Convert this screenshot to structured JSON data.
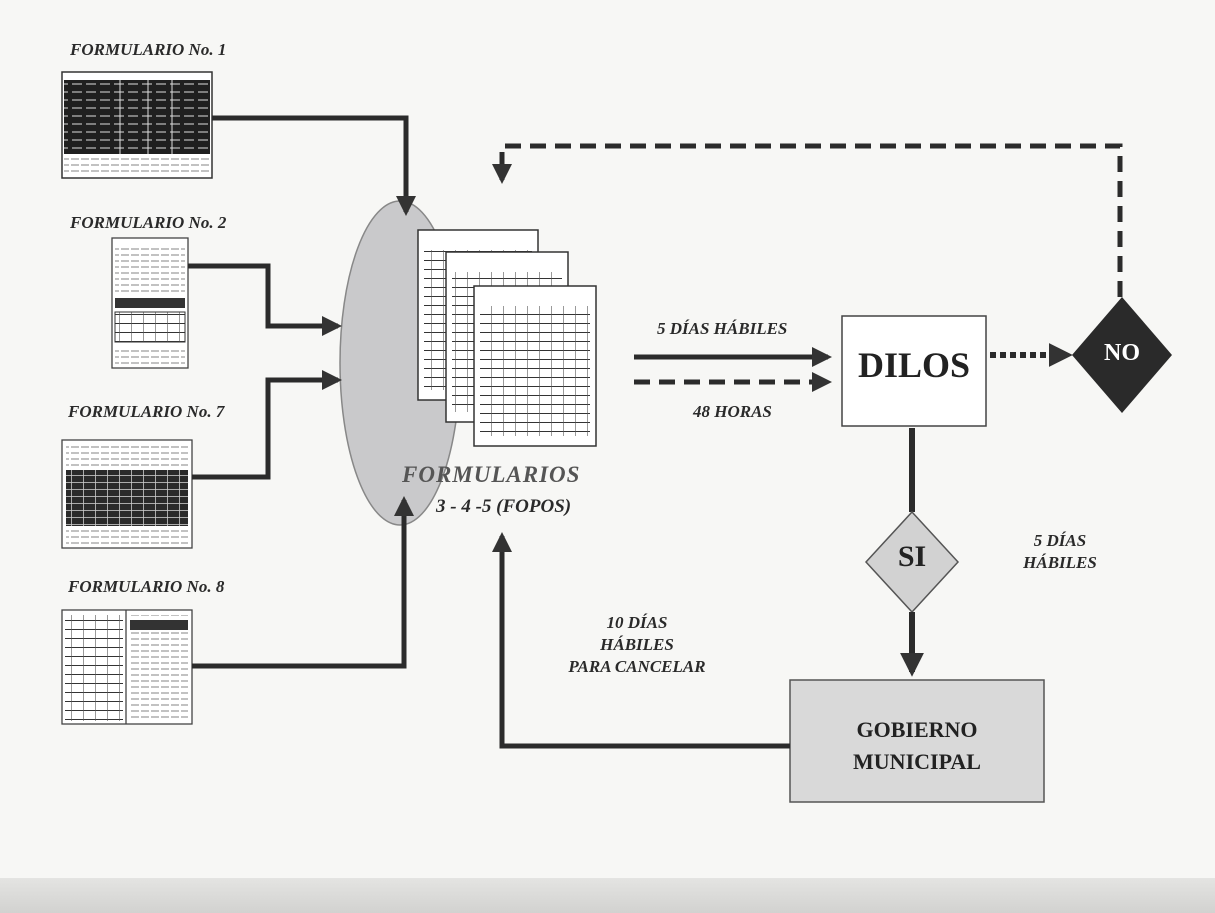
{
  "forms": {
    "f1": "FORMULARIO No. 1",
    "f2": "FORMULARIO No. 2",
    "f7": "FORMULARIO No. 7",
    "f8": "FORMULARIO No. 8"
  },
  "center": {
    "title": "FORMULARIOS",
    "subtitle": "3 - 4  -5 (FOPOS)"
  },
  "arrows": {
    "top": "5 DÍAS HÁBILES",
    "bottom": "48 HORAS",
    "right_1": "5 DÍAS",
    "right_2": "HÁBILES",
    "return_1": "10 DÍAS",
    "return_2": "HÁBILES",
    "return_3": "PARA CANCELAR"
  },
  "nodes": {
    "dilos": "DILOS",
    "no": "NO",
    "si": "SI",
    "gobierno_1": "GOBIERNO",
    "gobierno_2": "MUNICIPAL"
  },
  "colors": {
    "ink": "#2b2b2b",
    "oval": "#c9c9cb",
    "gobierno_fill": "#d9d9d9",
    "si_fill": "#d2d2d2",
    "no_fill": "#2a2a2a"
  }
}
